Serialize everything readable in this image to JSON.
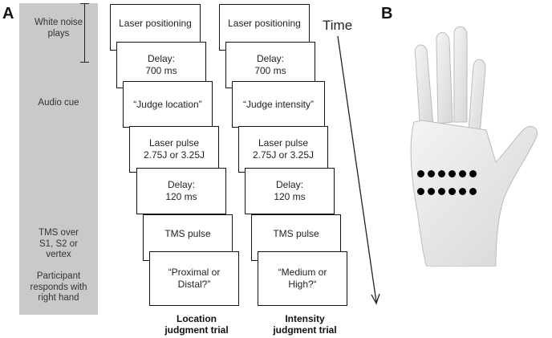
{
  "panels": {
    "a": "A",
    "b": "B"
  },
  "sidebar_labels": {
    "white_noise": "White noise plays",
    "audio_cue": "Audio cue",
    "tms": "TMS over S1, S2 or vertex",
    "respond": "Participant responds with right hand"
  },
  "location_trial": {
    "steps": [
      "Laser positioning",
      "Delay:\n700 ms",
      "“Judge location”",
      "Laser pulse\n2.75J or 3.25J",
      "Delay:\n120 ms",
      "TMS pulse",
      "“Proximal or\nDistal?”"
    ],
    "label": "Location\njudgment trial"
  },
  "intensity_trial": {
    "steps": [
      "Laser positioning",
      "Delay:\n700 ms",
      "“Judge intensity”",
      "Laser pulse\n2.75J or 3.25J",
      "Delay:\n120 ms",
      "TMS pulse",
      "“Medium or\nHigh?“"
    ],
    "label": "Intensity\njudgment trial"
  },
  "time_label": "Time",
  "hand": {
    "dot_rows": 2,
    "dots_per_row": 6,
    "dot_color": "#000000",
    "skin_color": "#e8e8e8"
  },
  "colors": {
    "sidebar": "#c9c9c9",
    "box_border": "#111111"
  }
}
